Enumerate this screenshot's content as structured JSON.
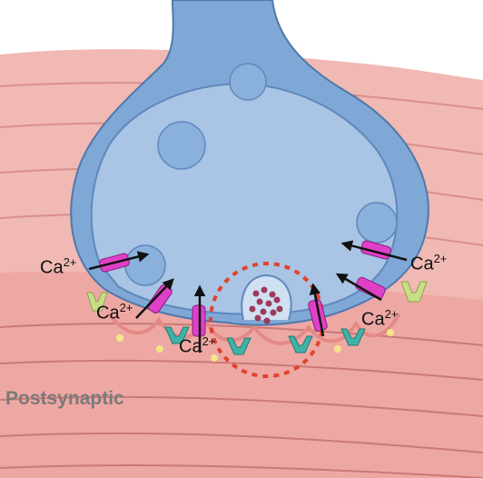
{
  "labels": {
    "region": "Postsynaptic",
    "ion_base": "Ca",
    "ion_charge": "2+"
  },
  "calcium_labels": [
    {
      "id": "left-top"
    },
    {
      "id": "left-mid"
    },
    {
      "id": "bottom-center"
    },
    {
      "id": "right-top"
    },
    {
      "id": "right-mid"
    }
  ],
  "colors": {
    "terminal": "#7fa8d6",
    "terminal_inner": "#a9c4e4",
    "vesicle": "#8ab0dc",
    "muscle": "#f0b9b4",
    "muscle_stripe": "#d88f8a",
    "calcium_channel": "#e040c8",
    "receptor_teal": "#3fb3a8",
    "receptor_yellow": "#c8de86",
    "highlight_circle": "#e0442c",
    "neurotransmitter": "#9c3a5a"
  }
}
